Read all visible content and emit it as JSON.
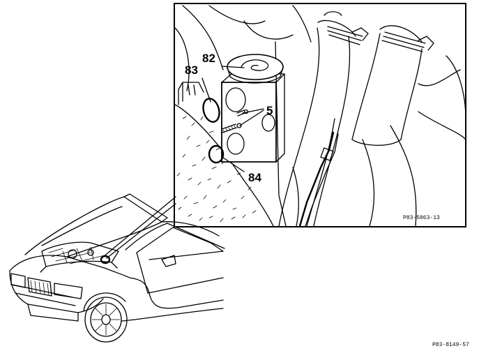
{
  "figure": {
    "detail_code": "P83-5063-13",
    "figure_code": "P83-8149-57"
  },
  "callouts": [
    {
      "id": "5",
      "label": "5"
    },
    {
      "id": "82",
      "label": "82"
    },
    {
      "id": "83",
      "label": "83"
    },
    {
      "id": "84",
      "label": "84"
    }
  ],
  "colors": {
    "ink": "#000000",
    "paper": "#ffffff"
  }
}
